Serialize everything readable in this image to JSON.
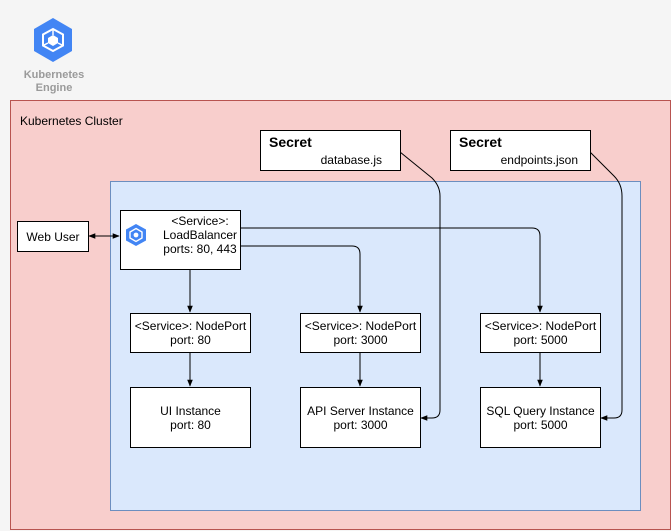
{
  "logo": {
    "label_line1": "Kubernetes",
    "label_line2": "Engine",
    "icon": "kubernetes-engine-icon",
    "color": "#4285f4"
  },
  "cluster": {
    "label": "Kubernetes Cluster",
    "fill": "#f8cecc",
    "stroke": "#b85450"
  },
  "namespace": {
    "fill": "#dae8fc",
    "stroke": "#6c8ebf"
  },
  "secrets": [
    {
      "title": "Secret",
      "file": "database.js"
    },
    {
      "title": "Secret",
      "file": "endpoints.json"
    }
  ],
  "web_user": {
    "label": "Web User"
  },
  "load_balancer": {
    "line1": "<Service>:",
    "line2": "LoadBalancer",
    "line3": "ports: 80, 443",
    "icon": "load-balancer-icon"
  },
  "node_ports": [
    {
      "line1": "<Service>: NodePort",
      "line2": "port: 80"
    },
    {
      "line1": "<Service>: NodePort",
      "line2": "port: 3000"
    },
    {
      "line1": "<Service>: NodePort",
      "line2": "port: 5000"
    }
  ],
  "instances": [
    {
      "line1": "UI Instance",
      "line2": "port: 80"
    },
    {
      "line1": "API Server Instance",
      "line2": "port: 3000"
    },
    {
      "line1": "SQL Query Instance",
      "line2": "port: 5000"
    }
  ]
}
